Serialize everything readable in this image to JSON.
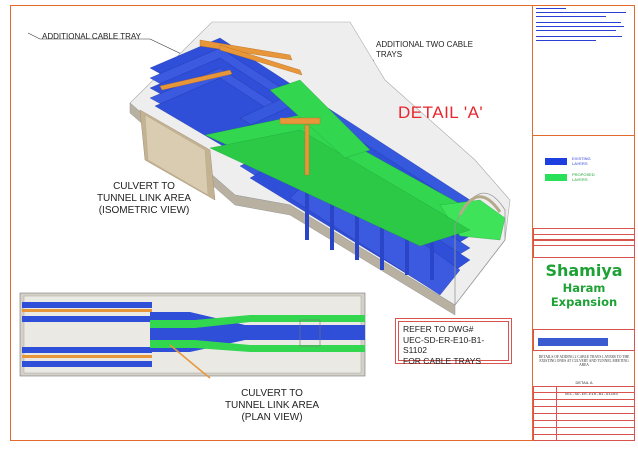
{
  "labels": {
    "additional_cable_tray": "ADDITIONAL CABLE TRAY",
    "additional_two_cable_trays_l1": "ADDITIONAL TWO  CABLE",
    "additional_two_cable_trays_l2": "TRAYS",
    "detail": "DETAIL 'A'",
    "iso_l1": "CULVERT TO",
    "iso_l2": "TUNNEL LINK AREA",
    "iso_l3": "(ISOMETRIC VIEW)",
    "plan_l1": "CULVERT TO",
    "plan_l2": "TUNNEL LINK AREA",
    "plan_l3": "(PLAN VIEW)"
  },
  "reference": {
    "line1": "REFER TO DWG#",
    "line2": "UEC-SD-ER-E10-B1-S1102",
    "line3": "FOR  CABLE TRAYS"
  },
  "legend": {
    "existing_l1": "EXISTING",
    "existing_l2": "LAYERS",
    "proposed_l1": "PROPOSED",
    "proposed_l2": "LAYERS",
    "existing_color": "#1d3fe0",
    "proposed_color": "#28e05a"
  },
  "title_block": {
    "client_l1": "Shamiya",
    "client_l2": "Haram Expansion",
    "drawing_title": "DETAILS OF ADDING 2 CABLE TRAYS LAYERS TO THE EXISTING ONES AT CULVERT AND TUNNEL MEETING AREA",
    "detail_ref": "DETAIL  A",
    "drawing_no": "UEC-SD-ER-E10-B1-S1103"
  },
  "colors": {
    "border": "#e26a2c",
    "tray_existing": "#2f4fd8",
    "tray_proposed": "#33d64f",
    "tray_orange": "#e8963a",
    "detail_red": "#e8262d"
  }
}
